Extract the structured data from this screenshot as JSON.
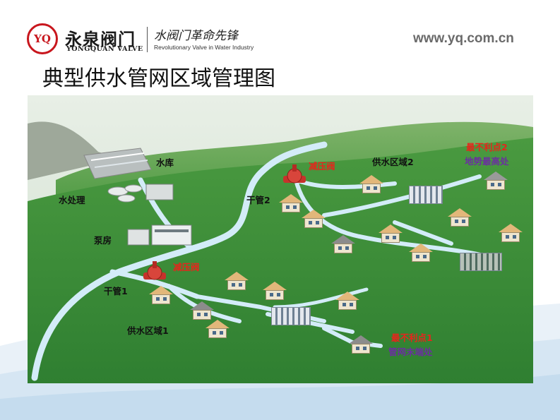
{
  "header": {
    "logo_mark": "YQ",
    "brand_cn": "永泉阀门",
    "brand_en": "YONGQUAN VALVE",
    "slogan_cn": "水阀门革命先锋",
    "slogan_en": "Revolutionary Valve in Water Industry",
    "website": "www.yq.com.cn"
  },
  "title": "典型供水管网区域管理图",
  "labels": {
    "reservoir": "水库",
    "treatment": "水处理",
    "pump": "泵房",
    "main1": "干管1",
    "main2": "干管2",
    "prv1": "减压阀",
    "prv2": "减压阀",
    "zone1": "供水区域1",
    "zone2": "供水区域2",
    "worst1_title": "最不利点1",
    "worst1_desc": "管网末端处",
    "worst2_title": "最不利点2",
    "worst2_desc": "地势最高处"
  },
  "colors": {
    "brand_red": "#c8161d",
    "valve_red": "#e8241c",
    "note_purple": "#6b2fa0",
    "pipe_blue": "#cfe9f7",
    "grass_green": "#3f8f3a",
    "sky": "#dfe9df"
  },
  "icons": [
    "valve-icon",
    "house-icon",
    "building-icon",
    "dam-icon",
    "water-treatment-icon",
    "pump-house-icon"
  ]
}
